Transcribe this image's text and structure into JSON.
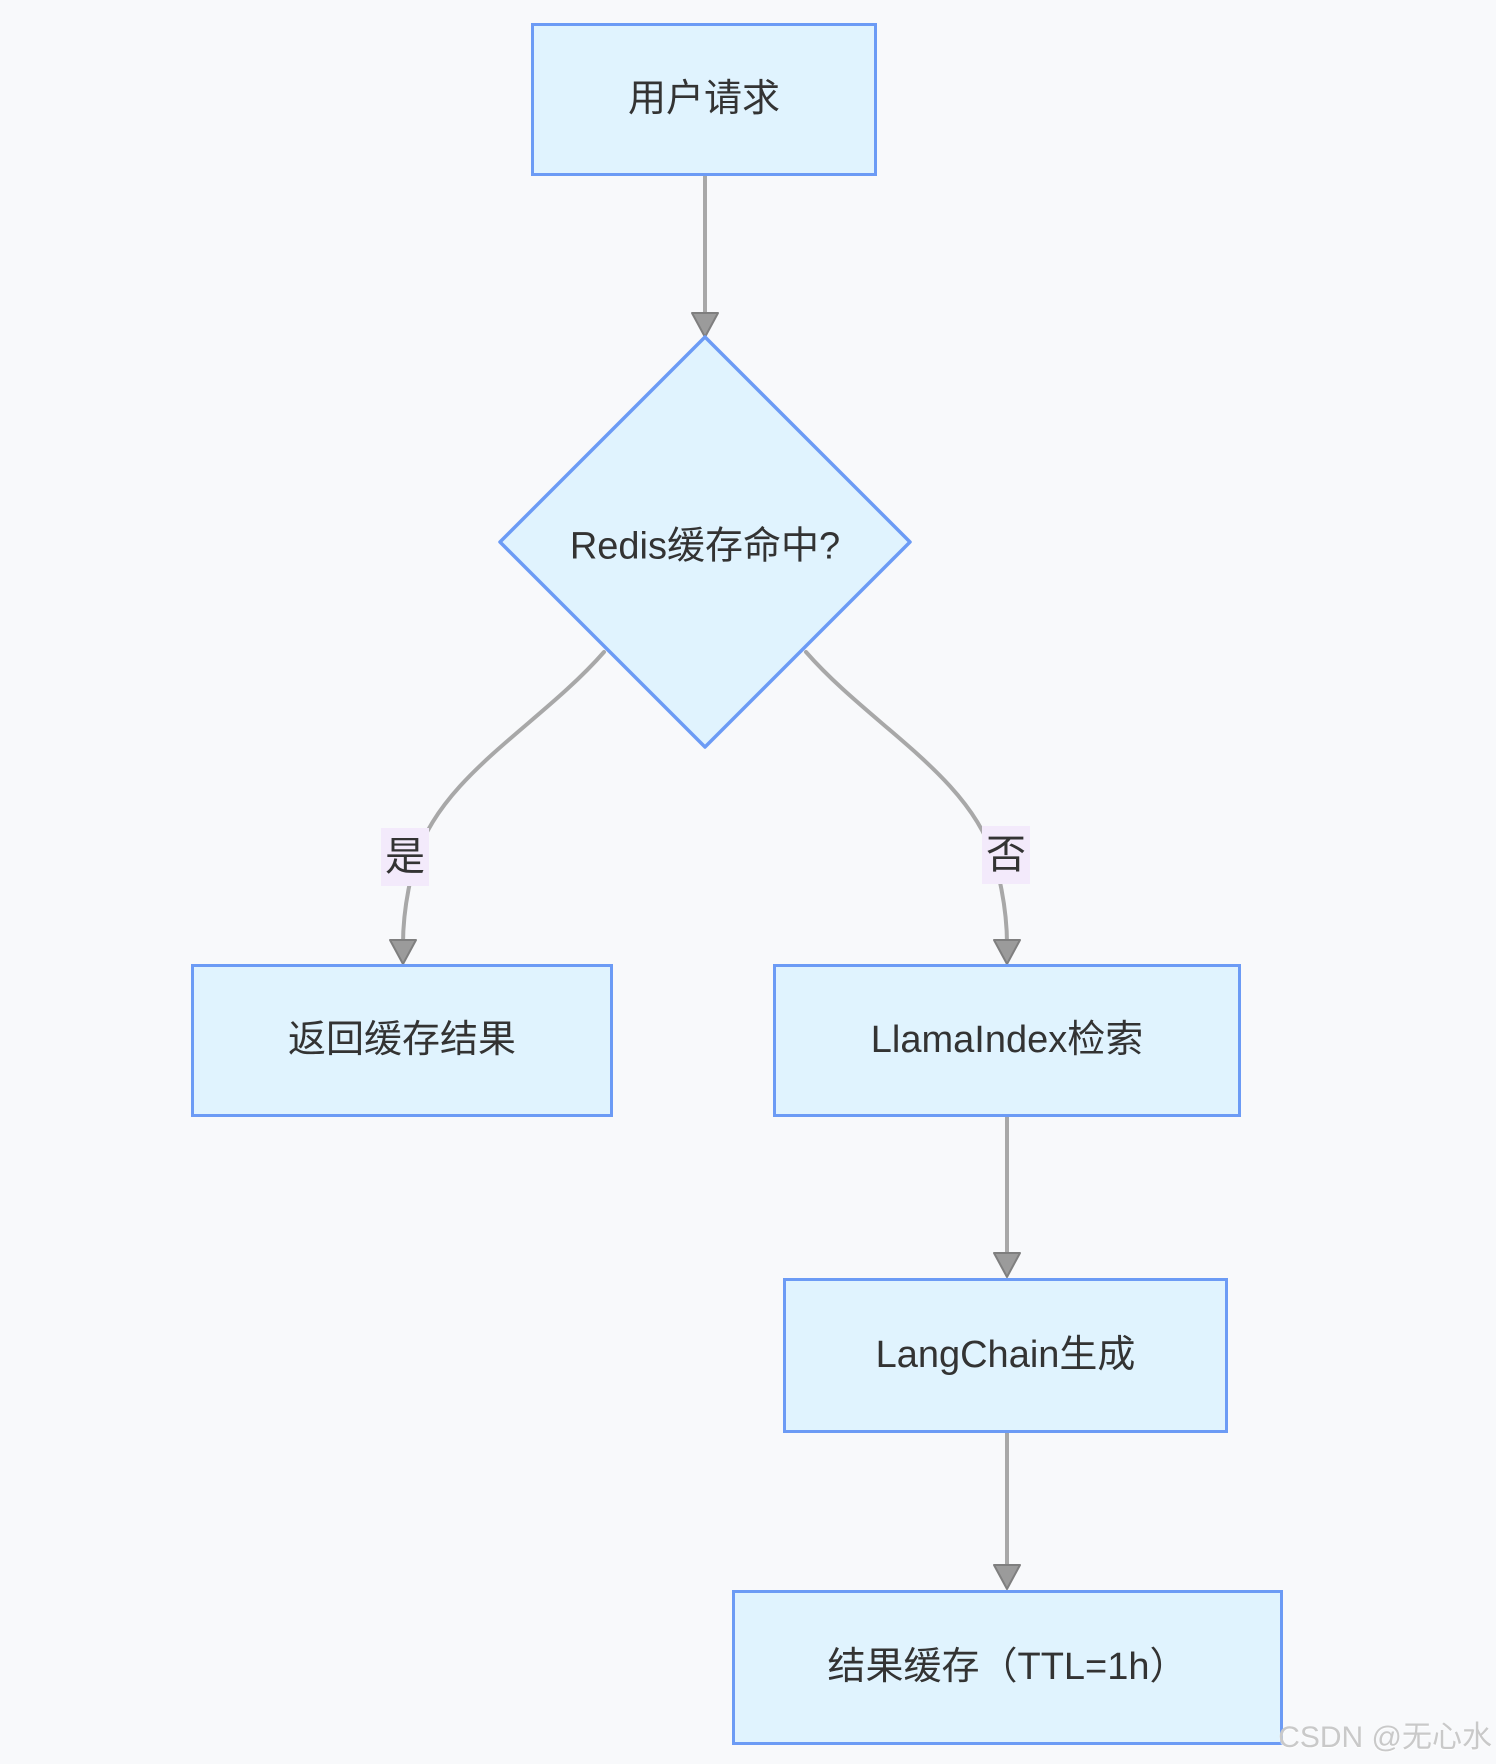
{
  "diagram": {
    "type": "flowchart",
    "background_color": "#f8f9fb",
    "node_fill_color": "#e0f3fe",
    "node_border_color": "#6c9bf5",
    "edge_color": "#a8a8a8",
    "edge_label_bg_color": "#f3eafb",
    "text_color": "#333333",
    "nodes": {
      "user_request": {
        "label": "用户请求",
        "shape": "rect"
      },
      "cache_hit": {
        "label": "Redis缓存命中?",
        "shape": "diamond"
      },
      "return_cache": {
        "label": "返回缓存结果",
        "shape": "rect"
      },
      "llamaindex": {
        "label": "LlamaIndex检索",
        "shape": "rect"
      },
      "langchain": {
        "label": "LangChain生成",
        "shape": "rect"
      },
      "result_cache": {
        "label": "结果缓存（TTL=1h）",
        "shape": "rect"
      }
    },
    "edges": [
      {
        "from": "user_request",
        "to": "cache_hit",
        "label": ""
      },
      {
        "from": "cache_hit",
        "to": "return_cache",
        "label": "是"
      },
      {
        "from": "cache_hit",
        "to": "llamaindex",
        "label": "否"
      },
      {
        "from": "llamaindex",
        "to": "langchain",
        "label": ""
      },
      {
        "from": "langchain",
        "to": "result_cache",
        "label": ""
      }
    ],
    "edge_labels": {
      "yes": "是",
      "no": "否"
    }
  },
  "watermark": {
    "text": "CSDN @无心水",
    "color": "#c9c9c9"
  }
}
